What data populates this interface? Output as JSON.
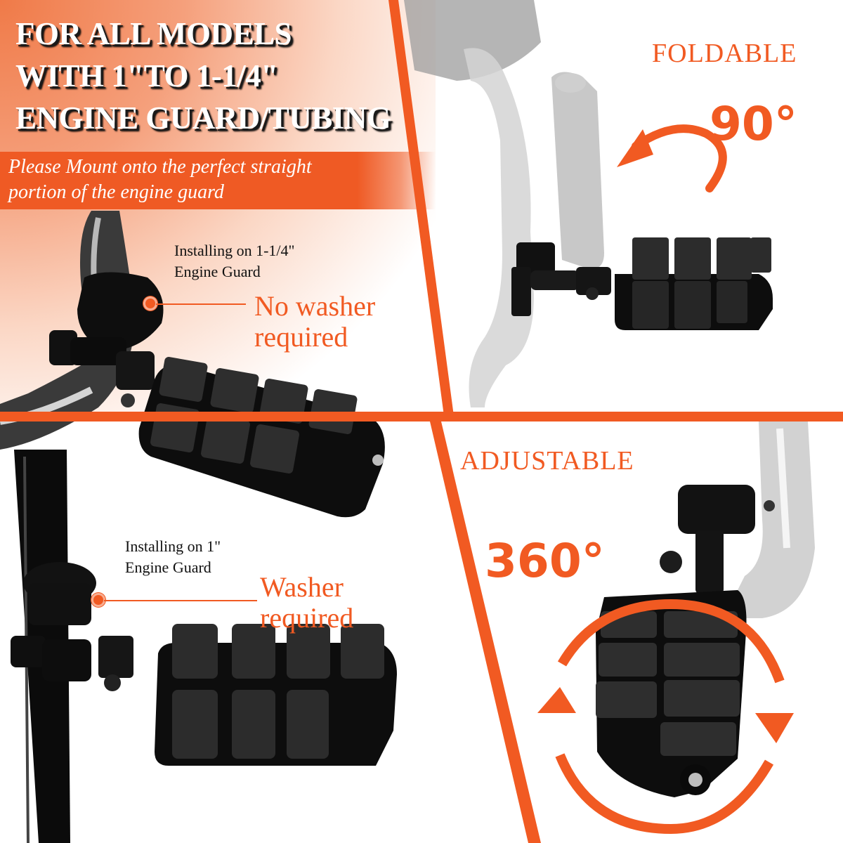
{
  "headline": {
    "line1": "FOR ALL MODELS",
    "line2": "WITH 1\"TO 1-1/4\"",
    "line3": "ENGINE GUARD/TUBING"
  },
  "banner": {
    "line1": "Please Mount onto the perfect straight",
    "line2": "portion of the engine guard"
  },
  "callouts": {
    "large_guard": {
      "label_line1": "Installing on 1-1/4\"",
      "label_line2": "Engine Guard",
      "requirement_line1": "No washer",
      "requirement_line2": "required"
    },
    "small_guard": {
      "label_line1": "Installing on 1\"",
      "label_line2": "Engine Guard",
      "requirement_line1": "Washer",
      "requirement_line2": "required"
    }
  },
  "features": {
    "foldable": {
      "title": "FOLDABLE",
      "angle": "90°"
    },
    "adjustable": {
      "title": "ADJUSTABLE",
      "angle": "360°"
    }
  },
  "colors": {
    "accent": "#f15a22",
    "text_dark": "#111111",
    "peg_rubber": "#2b2b2b",
    "peg_body": "#0d0d0d",
    "chrome": "#c9c9c9"
  },
  "icons": {
    "fold_arrow": "curved-arrow-counterclockwise",
    "rotate_arrows": "circular-rotate-arrows",
    "callout_dot": "orange-dot"
  }
}
